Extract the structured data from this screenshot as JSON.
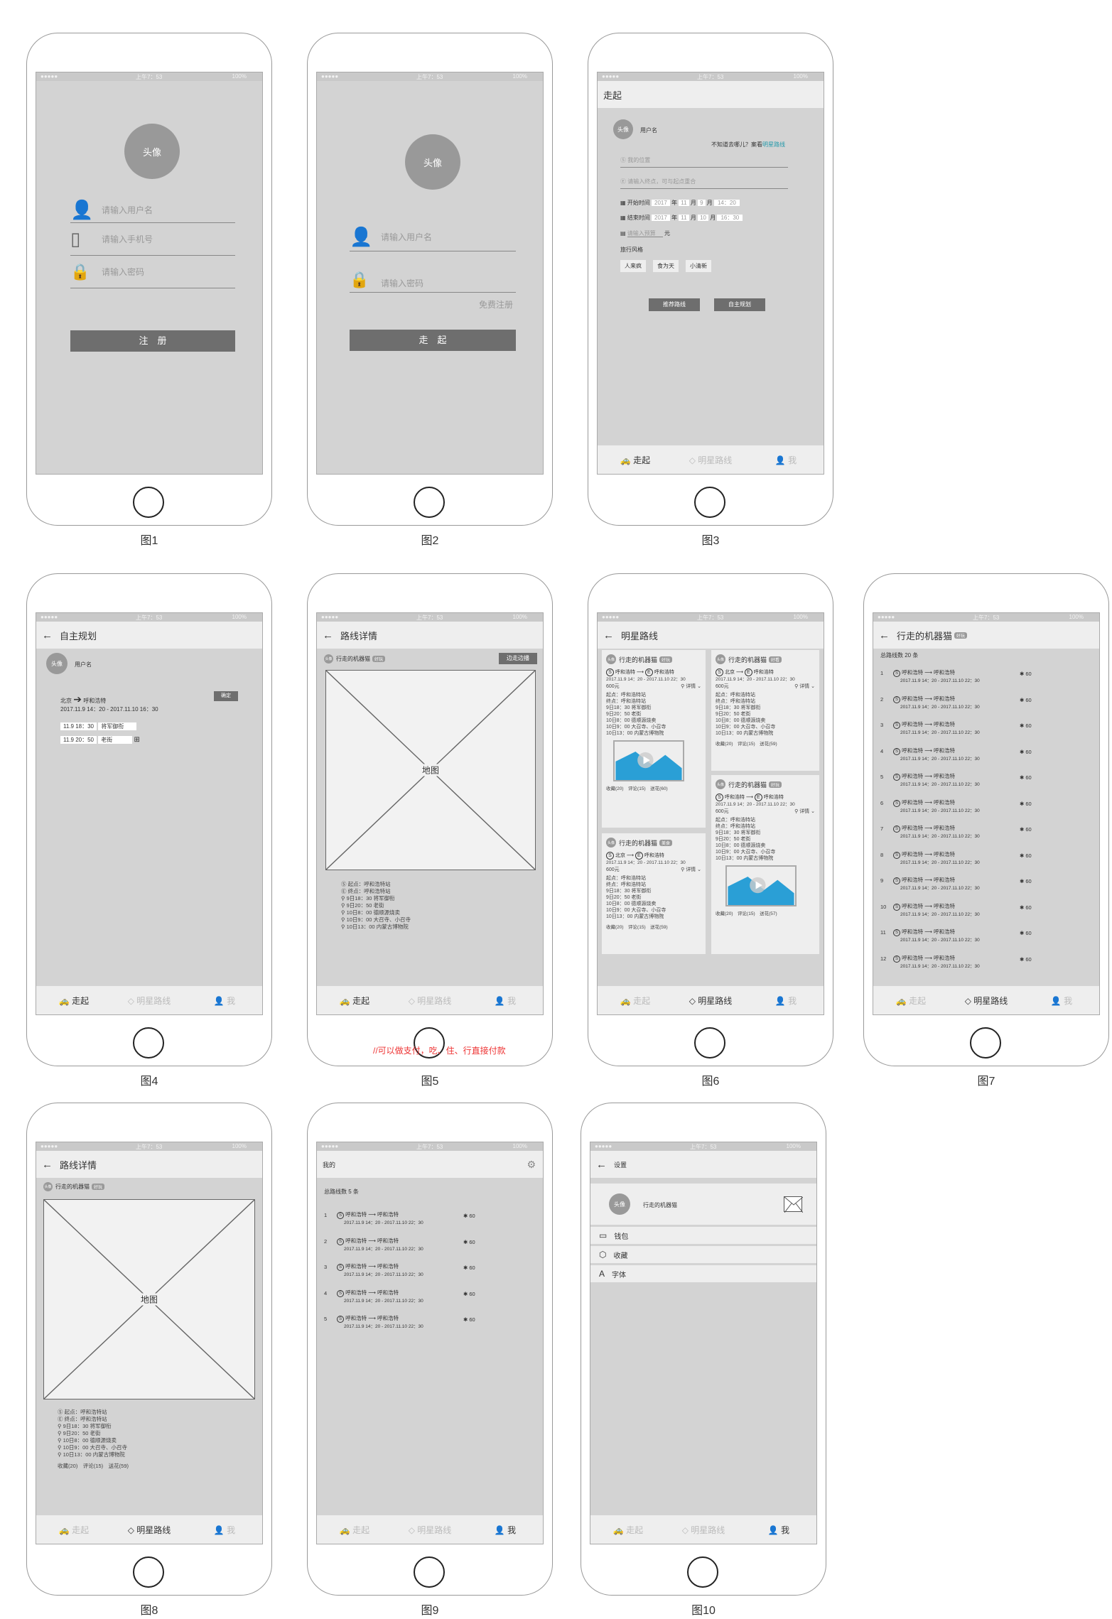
{
  "status": {
    "signal": "●●●●● ",
    "time": "上午7：53",
    "battery": "100%"
  },
  "captions": [
    "图1",
    "图2",
    "图3",
    "图4",
    "图5",
    "图6",
    "图7",
    "图8",
    "图9",
    "图10"
  ],
  "fig1": {
    "avatar": "头像",
    "username": "请输入用户名",
    "phone": "请输入手机号",
    "password": "请输入密码",
    "register": "注　册"
  },
  "fig2": {
    "avatar": "头像",
    "username": "请输入用户名",
    "password": "请输入密码",
    "free_register": "免费注册",
    "go": "走　起"
  },
  "fig3": {
    "title": "走起",
    "avatar": "头像",
    "user": "用户名",
    "hint": "不知道去哪儿？案看",
    "hint_link": "明星路线",
    "my_location": "我的位置",
    "destination": "请输入终点，可与起点重合",
    "start_label": "开始时间",
    "end_label": "结束时间",
    "start_year": "2017",
    "start_month": "11",
    "start_day": "9",
    "start_time": "14：20",
    "end_year": "2017",
    "end_month": "11",
    "end_day": "10",
    "end_time": "16：30",
    "year": "年",
    "month": "月",
    "day": "月",
    "budget": "请输入预算",
    "yuan": "元",
    "style_label": "旅行风格",
    "styles": [
      "人来疯",
      "食为天",
      "小清新"
    ],
    "btn_recommend": "推荐路线",
    "btn_custom": "自主规划"
  },
  "fig4": {
    "title": "自主规划",
    "avatar": "头像",
    "user": "用户名",
    "from": "北京",
    "to": "呼和浩特",
    "confirm": "确定",
    "time": "2017.11.9 14：20 - 2017.11.10 16：30",
    "item1_time": "11.9 18：30",
    "item1_place": "将军御衔",
    "item2_time": "11.9 20：50",
    "item2_place": "老街"
  },
  "fig5": {
    "title": "路线详情",
    "user": "行走的机器猫",
    "tag": "好玩",
    "btn": "边走边播",
    "map": "地图",
    "lines": [
      "起点：呼和浩特站",
      "终点：呼和浩特站",
      "9日18：30 将军御衔",
      "9日20：50 老街",
      "10日8：00 德顺源烧卖",
      "10日9：00 大召寺、小召寺",
      "10日13：00 内蒙古博物院"
    ],
    "note": "//可以做支付，吃、住、行直接付款"
  },
  "fig6": {
    "title": "明星路线",
    "card_user": "行走的机器猫",
    "tags": [
      "好玩",
      "好看",
      "美食"
    ],
    "route_a": "呼和浩特",
    "route_b": "呼和浩特",
    "route_c": "北京",
    "time": "2017.11.9 14：20 - 2017.11.10 22：30",
    "price": "600元",
    "detail": "详情",
    "lines": [
      "起点：呼和浩特站",
      "终点：呼和浩特站",
      "9日18：30 将军御衔",
      "9日20：50 老街",
      "10日8：00 德顺源烧卖",
      "10日9：00 大召寺、小召寺",
      "10日13：00 内蒙古博物院"
    ],
    "footer": "收藏(20)　评论(15)　送花(59)",
    "footer2": "收藏(20)　评论(15)　送花(60)",
    "footer3": "收藏(20)　评论(15)　送花(57)"
  },
  "fig7": {
    "title": "行走的机器猫",
    "tag": "好玩",
    "total": "总路线数 20 条",
    "route": "呼和浩特 ⟶ 呼和浩特",
    "time": "2017.11.9 14：20 - 2017.11.10 22：30",
    "likes": "60",
    "nums": [
      "1",
      "2",
      "3",
      "4",
      "5",
      "6",
      "7",
      "8",
      "9",
      "10",
      "11",
      "12"
    ]
  },
  "fig8": {
    "title": "路线详情",
    "user": "行走的机器猫",
    "tag": "好玩",
    "map": "地图",
    "lines": [
      "起点：呼和浩特站",
      "终点：呼和浩特站",
      "9日18：30 将军御衔",
      "9日20：50 老街",
      "10日8：00 德顺源烧卖",
      "10日9：00 大召寺、小召寺",
      "10日13：00 内蒙古博物院"
    ],
    "footer": "收藏(20)　评论(15)　送花(59)"
  },
  "fig9": {
    "title": "我的",
    "total": "总路线数 5 条",
    "nums": [
      "1",
      "2",
      "3",
      "4",
      "5"
    ]
  },
  "fig10": {
    "title": "设置",
    "avatar": "头像",
    "user": "行走的机器猫",
    "menu": [
      "钱包",
      "收藏",
      "字体"
    ]
  },
  "tabs": {
    "go": "走起",
    "star": "明星路线",
    "me": "我"
  }
}
